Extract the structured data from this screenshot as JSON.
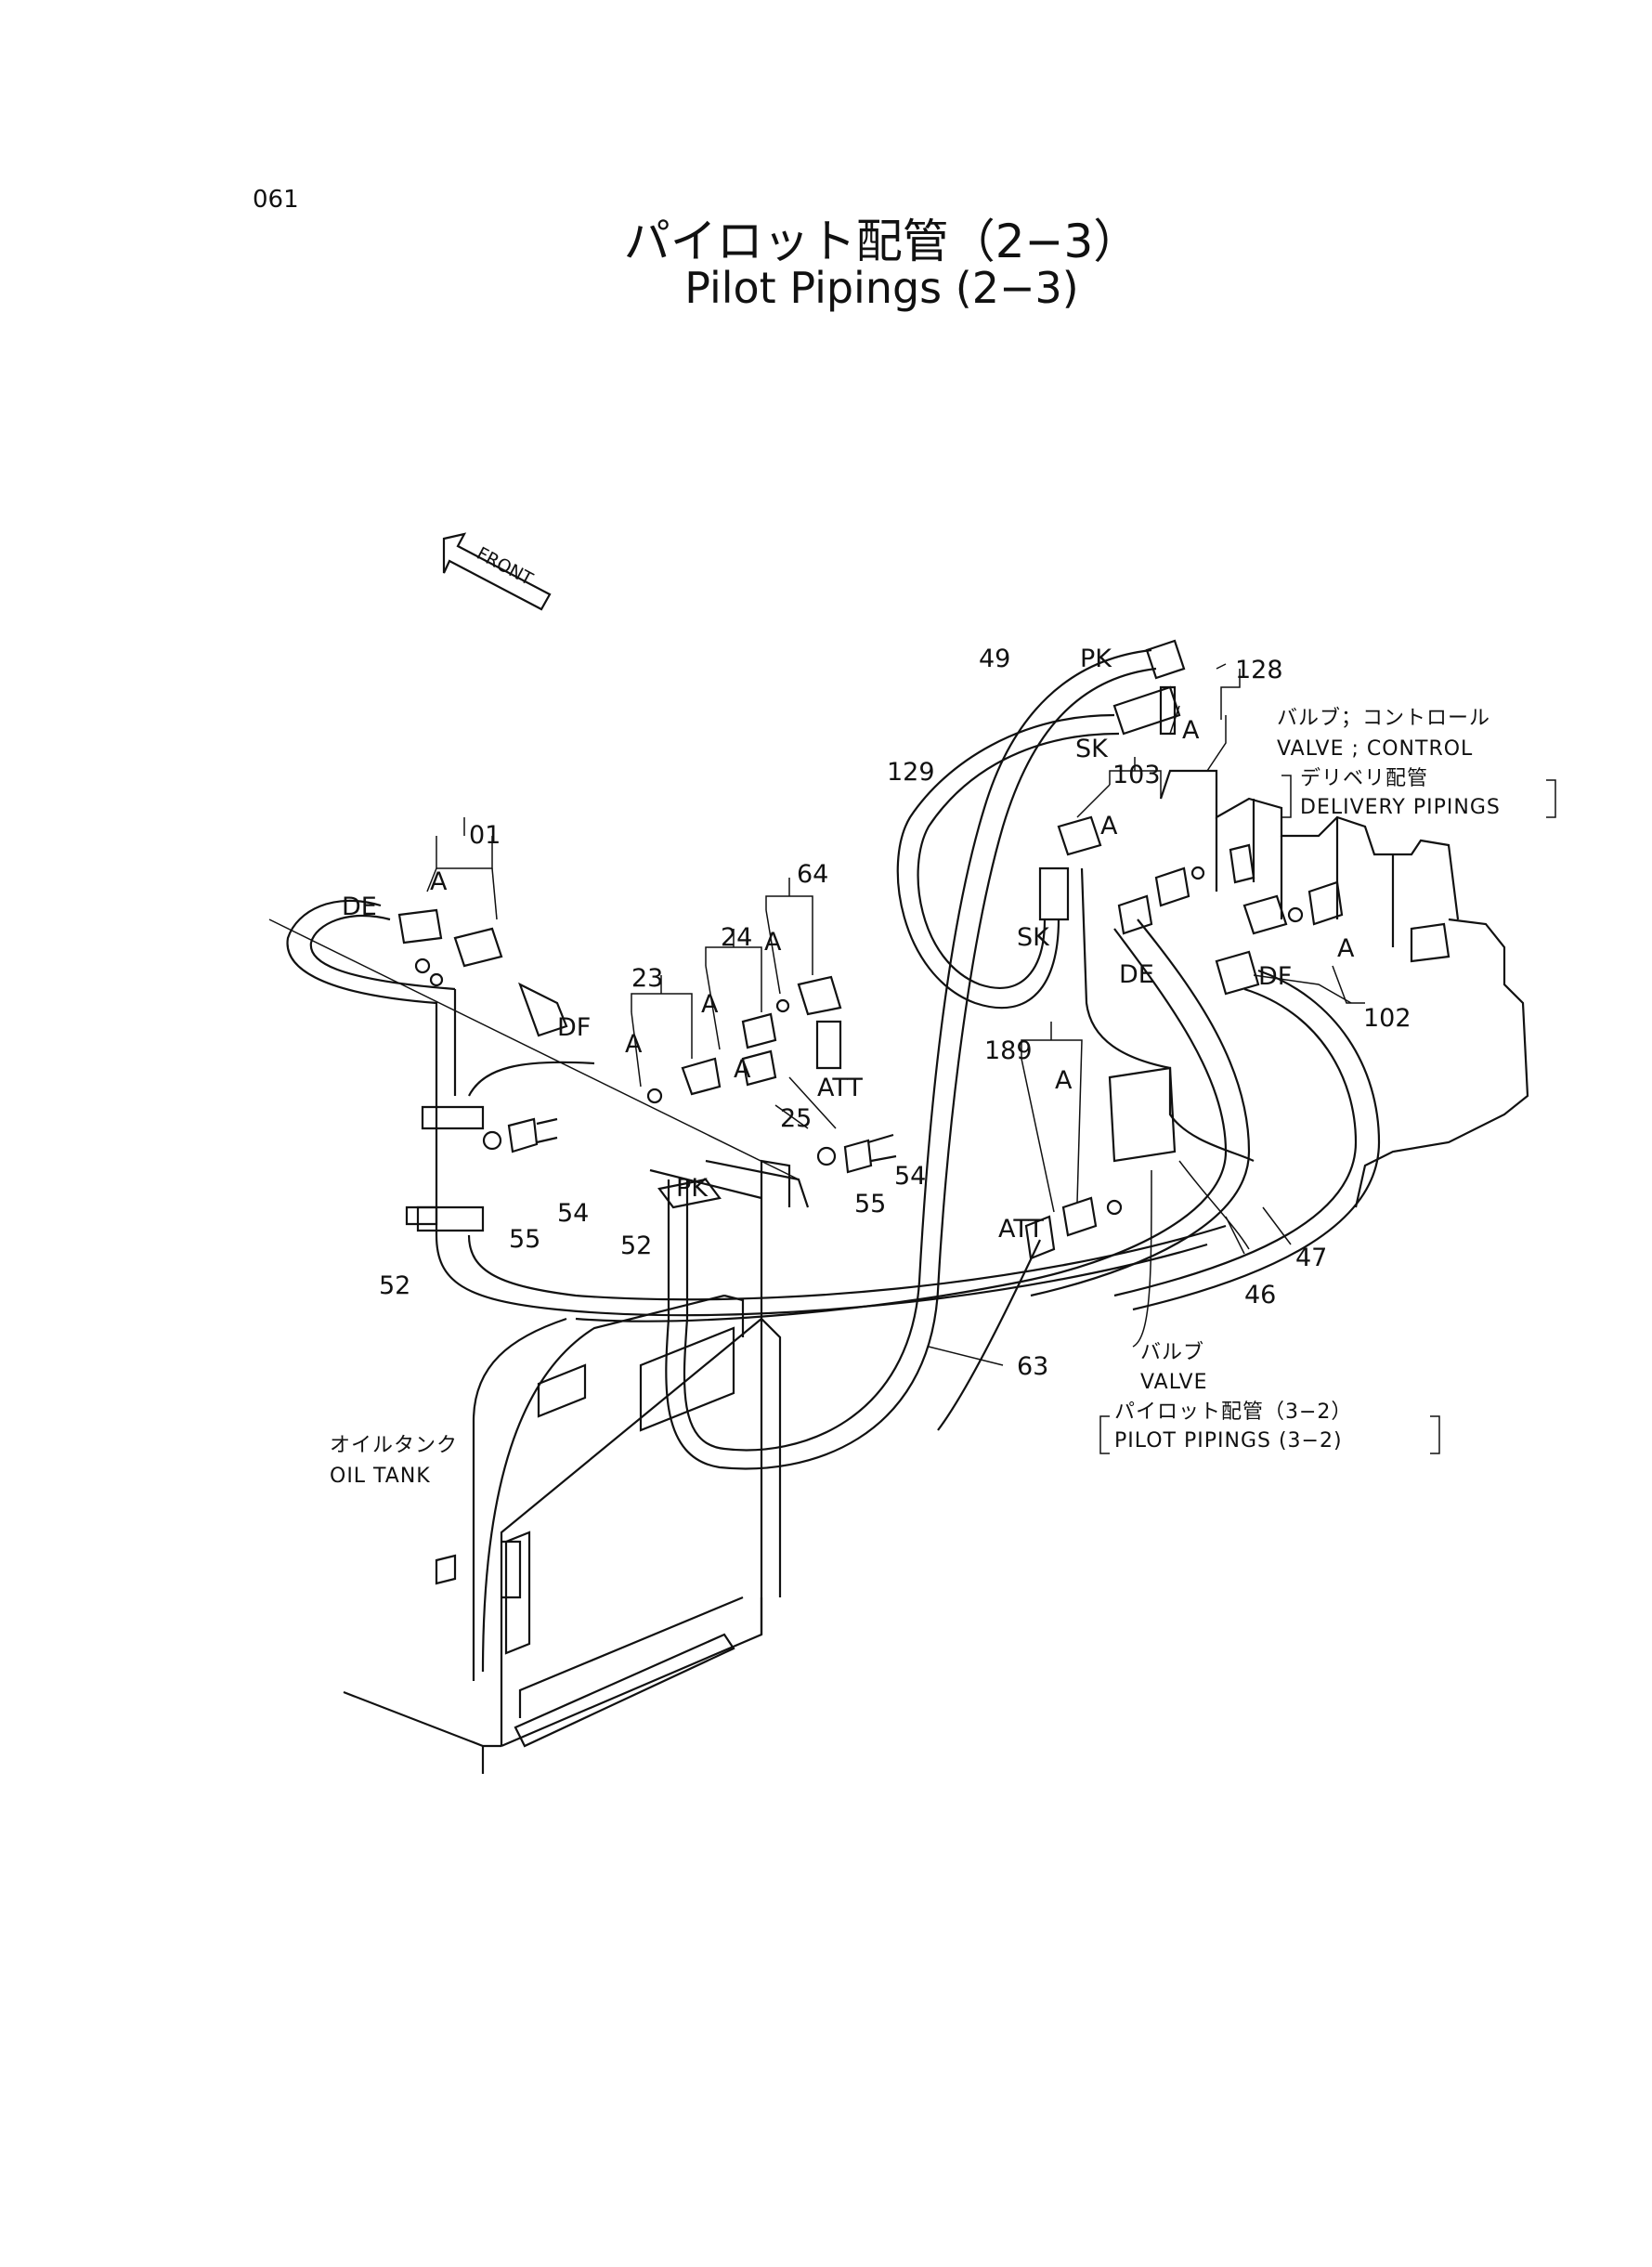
{
  "page_number": "061",
  "title_jp": "パイロット配管（2−3）",
  "title_en": "Pilot Pipings (2−3)",
  "front_label": "FRONT",
  "callouts": {
    "c01": "01",
    "c23": "23",
    "c24": "24",
    "c25": "25",
    "c46": "46",
    "c47": "47",
    "c49": "49",
    "c52a": "52",
    "c52b": "52",
    "c54a": "54",
    "c54b": "54",
    "c55a": "55",
    "c55b": "55",
    "c63": "63",
    "c64": "64",
    "c102": "102",
    "c103": "103",
    "c128": "128",
    "c129": "129",
    "c189": "189"
  },
  "ports": {
    "de1": "DE",
    "df1": "DF",
    "pk1": "PK",
    "att1": "ATT",
    "pk2": "PK",
    "sk1": "SK",
    "sk2": "SK",
    "de2": "DE",
    "df2": "DF",
    "att2": "ATT",
    "a1": "A",
    "a2": "A",
    "a3": "A",
    "a4": "A",
    "a5": "A",
    "a6": "A",
    "a7": "A",
    "a8": "A",
    "a9": "A"
  },
  "notes": {
    "control_valve_jp": "バルブ；コントロール",
    "control_valve_en": "VALVE ; CONTROL",
    "delivery_jp": "デリベリ配管",
    "delivery_en": "DELIVERY  PIPINGS",
    "valve_jp": "バルブ",
    "valve_en": "VALVE",
    "pilot32_jp": "パイロット配管（3−2）",
    "pilot32_en": "PILOT PIPINGS (3−2)",
    "oil_tank_jp": "オイルタンク",
    "oil_tank_en": "OIL  TANK"
  },
  "icons": {
    "front_arrow": "front-arrow-icon",
    "fittings": "fitting-icon",
    "clamps": "clamp-icon"
  },
  "colors": {
    "ink": "#111111",
    "paper": "#ffffff"
  }
}
